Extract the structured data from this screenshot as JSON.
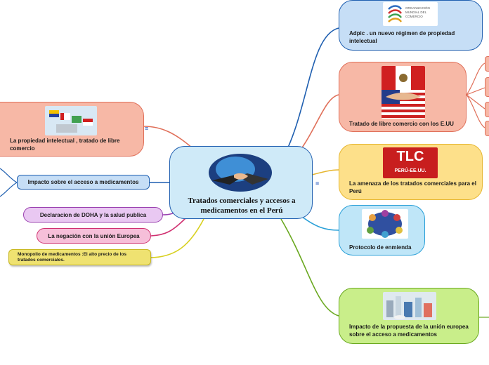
{
  "center": {
    "title": "Tratados comerciales y accesos a medicamentos en el Perú"
  },
  "nodes": {
    "adpic": {
      "label": "Adpic . un nuevo régimen de propiedad intelectual",
      "logo_text": "ORGANIZACIÓN MUNDIAL DEL COMERCIO"
    },
    "tlc_eeuu": {
      "label": "Tratado de libre comercio con los E.UU"
    },
    "amenaza": {
      "label": "La amenaza de los tratados comerciales para el Perú",
      "logo_main": "TLC",
      "logo_sub": "PERÚ-EE.UU."
    },
    "protocolo": {
      "label": "Protocolo de enmienda"
    },
    "impacto_ue": {
      "label": "Impacto de la propuesta de la unión europea sobre el acceso a medicamentos"
    },
    "propiedad": {
      "label": "La propiedad intelectual , tratado de libre comercio"
    },
    "impacto_acceso": {
      "label": "Impacto sobre  el acceso a medicamentos"
    },
    "doha": {
      "label": "Declaracion de DOHA y la salud publica"
    },
    "negacion": {
      "label": "La negación con la unión Europea"
    },
    "monopolio": {
      "label": "Monopolio de medicamentos :El alto precio de los tratados comerciales."
    }
  },
  "icons": {
    "note": "notes-icon"
  },
  "colors": {
    "blue": "#1f5fb0",
    "salmon": "#f7b8a6",
    "yellow": "#fde08a",
    "lightblue": "#bfe6f8",
    "green": "#c9ee8a",
    "purple": "#e9c8f2",
    "pink": "#f6bfd9",
    "gold": "#efe271"
  }
}
